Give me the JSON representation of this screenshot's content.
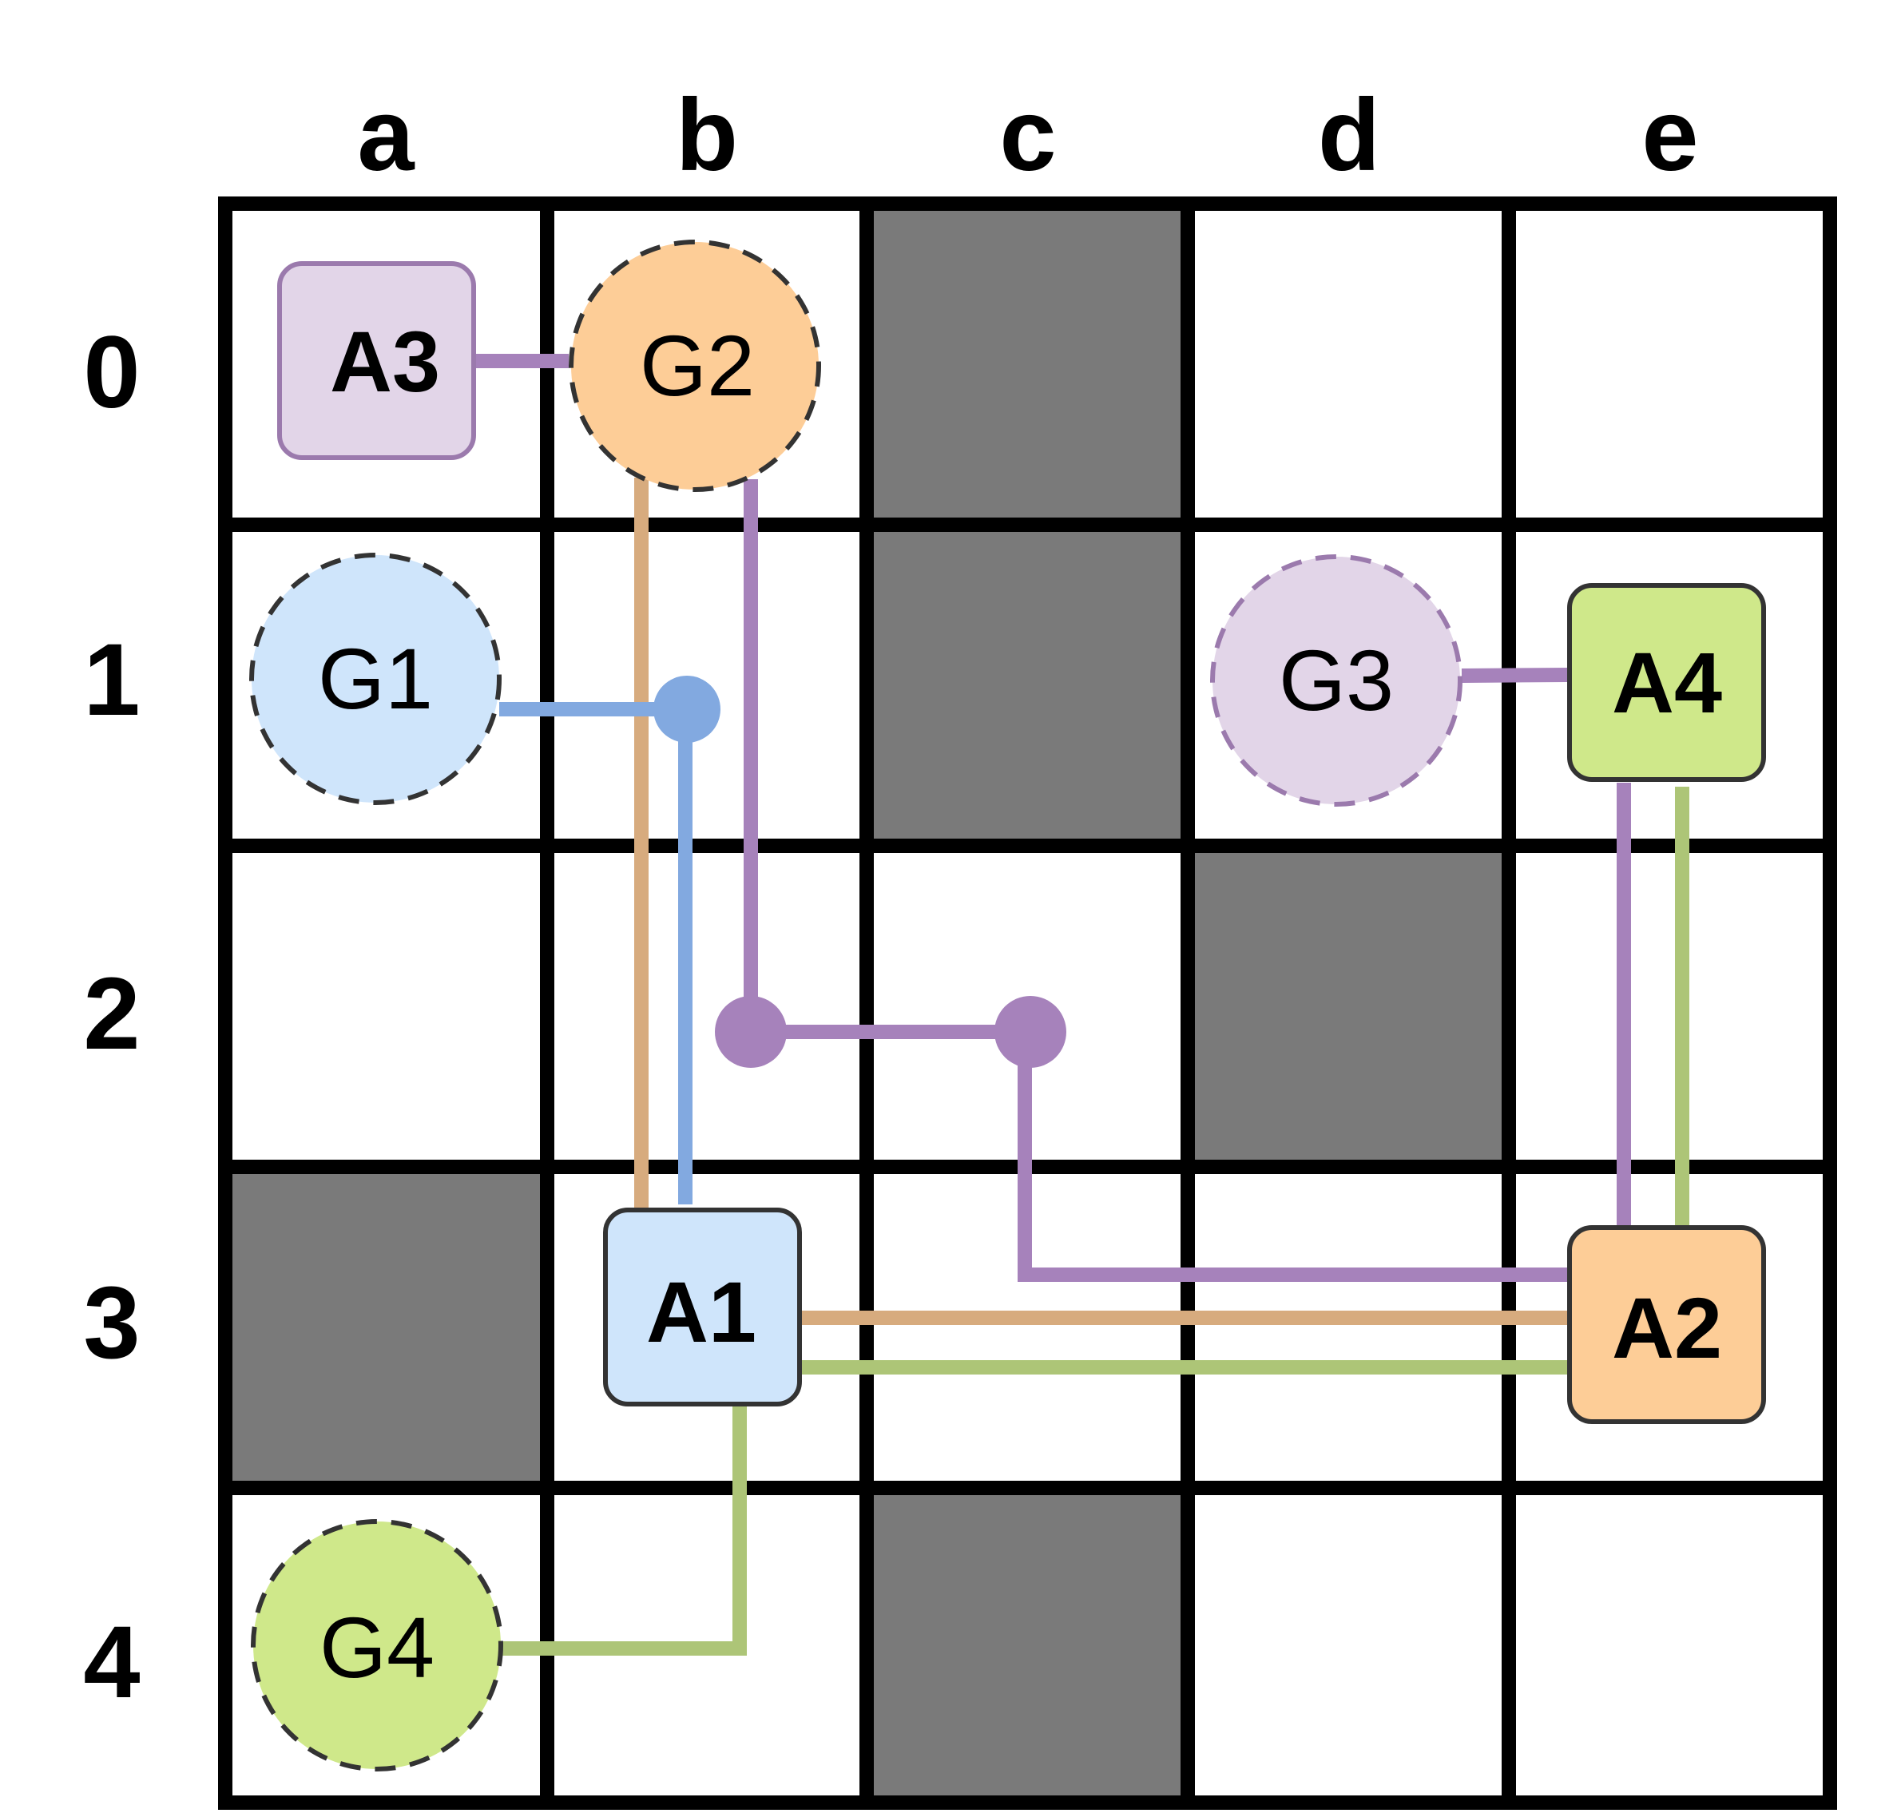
{
  "grid": {
    "columns": [
      "a",
      "b",
      "c",
      "d",
      "e"
    ],
    "rows": [
      "0",
      "1",
      "2",
      "3",
      "4"
    ],
    "obstacles": [
      {
        "col": "c",
        "row": "0"
      },
      {
        "col": "c",
        "row": "1"
      },
      {
        "col": "d",
        "row": "2"
      },
      {
        "col": "a",
        "row": "3"
      },
      {
        "col": "c",
        "row": "4"
      }
    ]
  },
  "agents": [
    {
      "id": "A1",
      "label": "A1",
      "col": "b",
      "row": "3",
      "fill": "#cfe5fb"
    },
    {
      "id": "A2",
      "label": "A2",
      "col": "e",
      "row": "3",
      "fill": "#fdcd97"
    },
    {
      "id": "A3",
      "label": "A3",
      "col": "a",
      "row": "0",
      "fill": "#e2d5e8"
    },
    {
      "id": "A4",
      "label": "A4",
      "col": "e",
      "row": "1",
      "fill": "#cfe88a"
    }
  ],
  "goals": [
    {
      "id": "G1",
      "label": "G1",
      "col": "a",
      "row": "1",
      "fill": "#cfe5fb"
    },
    {
      "id": "G2",
      "label": "G2",
      "col": "b",
      "row": "0",
      "fill": "#fdcd97"
    },
    {
      "id": "G3",
      "label": "G3",
      "col": "d",
      "row": "1",
      "fill": "#e2d5e8"
    },
    {
      "id": "G4",
      "label": "G4",
      "col": "a",
      "row": "4",
      "fill": "#cfe88a"
    }
  ],
  "colors": {
    "obstacle": "#7a7a7a",
    "grid_line": "#000000",
    "path_blue": "#82a9e0",
    "path_orange": "#d7ab7e",
    "path_purple": "#a682bb",
    "path_green": "#adc577",
    "agent_a3_border": "#9b7aad",
    "goal_g3_border": "#9b7aad",
    "node_border": "#333333"
  },
  "paths": [
    {
      "agent": "A1",
      "goal": "G1",
      "color": "#82a9e0",
      "cells": [
        "b3",
        "b1",
        "a1"
      ],
      "waypoints": [
        "b1"
      ]
    },
    {
      "agent": "A1",
      "goal": "G2",
      "color": "#d7ab7e",
      "cells": [
        "b3",
        "b0"
      ],
      "waypoints": []
    },
    {
      "agent": "A2",
      "goal": "G2",
      "color": "#d7ab7e",
      "cells": [
        "e3",
        "b3"
      ],
      "waypoints": []
    },
    {
      "agent": "A2",
      "goal": "G2",
      "color": "#a682bb",
      "cells": [
        "e3",
        "c3",
        "c2",
        "b2",
        "b0"
      ],
      "waypoints": [
        "c2",
        "b2"
      ]
    },
    {
      "agent": "A3",
      "goal": "G2",
      "color": "#a682bb",
      "cells": [
        "a0",
        "b0"
      ],
      "waypoints": []
    },
    {
      "agent": "A4",
      "goal": "G3",
      "color": "#a682bb",
      "cells": [
        "e1",
        "d1"
      ],
      "waypoints": []
    },
    {
      "agent": "A4",
      "goal": "A2",
      "color": "#a682bb",
      "cells": [
        "e1",
        "e3"
      ],
      "waypoints": []
    },
    {
      "agent": "A4",
      "goal": "A2",
      "color": "#adc577",
      "cells": [
        "e1",
        "e3"
      ],
      "waypoints": []
    },
    {
      "agent": "A2",
      "goal": "A1",
      "color": "#adc577",
      "cells": [
        "e3",
        "b3"
      ],
      "waypoints": []
    },
    {
      "agent": "A1",
      "goal": "G4",
      "color": "#adc577",
      "cells": [
        "b3",
        "b4",
        "a4"
      ],
      "waypoints": []
    }
  ]
}
